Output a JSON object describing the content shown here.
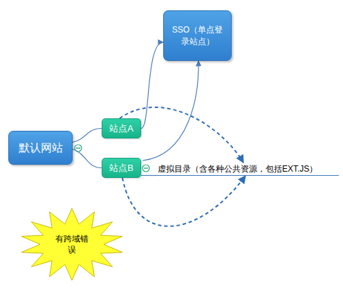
{
  "diagram": {
    "nodes": [
      {
        "text": [
          "默认网站"
        ]
      },
      {
        "text": [
          "站点A"
        ]
      },
      {
        "text": [
          "站点B"
        ]
      },
      {
        "text": [
          "SSO（单点登录站点）"
        ]
      },
      {
        "text": [
          "虚拟目录（含各种公共资源，包括EXT.JS）"
        ]
      },
      {
        "text": [
          "有跨域错误"
        ]
      }
    ],
    "edges": [
      {
        "from": 0,
        "to": 1,
        "arrow": "none"
      },
      {
        "from": 0,
        "to": 2,
        "arrow": "none"
      },
      {
        "from": 1,
        "to": 3,
        "arrow": "to"
      },
      {
        "from": 2,
        "to": 3,
        "arrow": "to"
      },
      {
        "from": 1,
        "to": 4,
        "arrow": "to"
      },
      {
        "from": 2,
        "to": 4,
        "arrow": "to"
      },
      {
        "from": 2,
        "to": 4,
        "arrow": "none"
      }
    ]
  }
}
